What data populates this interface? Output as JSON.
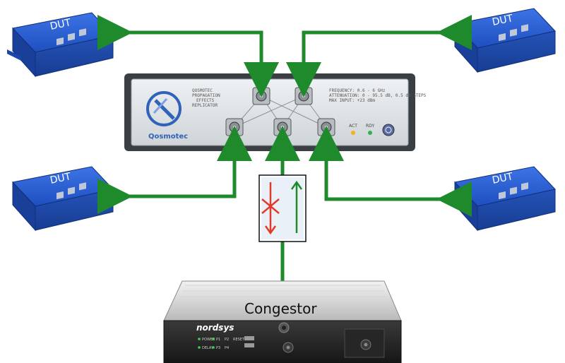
{
  "dut_label": "DUT",
  "replicator": {
    "brand": "Qosmotec",
    "model_lines": [
      "QOSMOTEC",
      "PROPAGATION",
      "EFFECTS",
      "REPLICATOR"
    ],
    "spec_lines": [
      "FREQUENCY: 0.6 - 6 GHz",
      "ATTENUATION: 0 - 95.5 dB, 0.5 dB STEPS",
      "MAX INPUT: +23 dBm"
    ],
    "led_act": "ACT",
    "led_rdy": "RDY"
  },
  "congestor": {
    "label": "Congestor",
    "brand": "nordsys",
    "led_labels": [
      "POWER",
      "P1",
      "P2",
      "RESET"
    ],
    "led_labels_2": [
      "DELAY",
      "P3",
      "P4"
    ]
  },
  "colors": {
    "arrow": "#1e8a2c",
    "dut_blue": "#2456c7",
    "blocked": "#e23a2a",
    "replicator_panel": "#dfe3e6",
    "congestor_front": "#2a2a2a"
  }
}
